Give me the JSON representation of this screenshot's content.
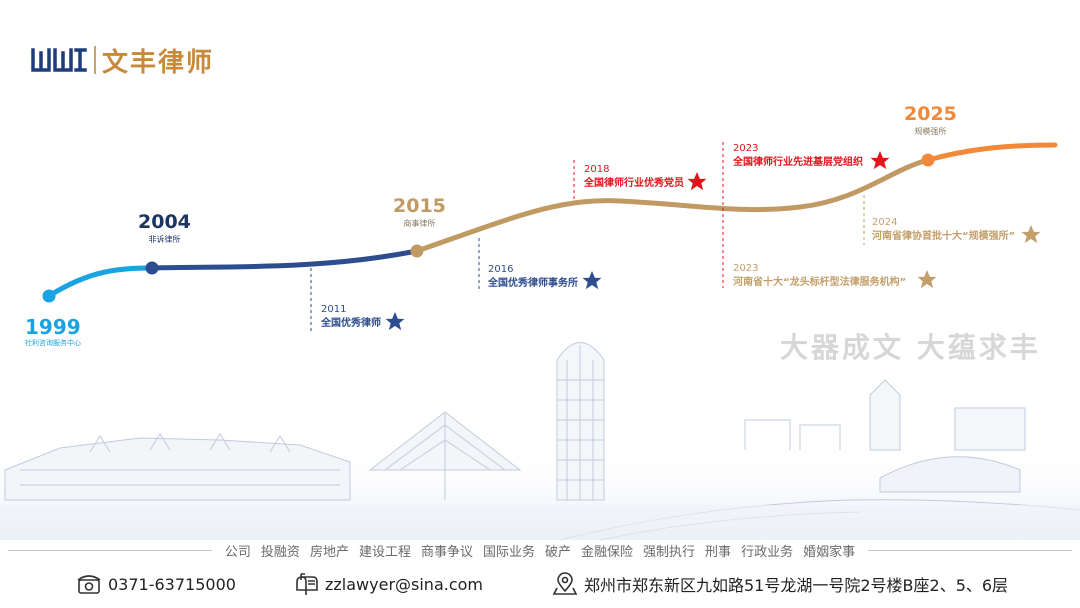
{
  "header": {
    "logo_text": "文丰律师",
    "logo_mark_icon": "wenfeng-logo-mark"
  },
  "timeline": {
    "colors": {
      "early": "#1aa3e0",
      "navy": "#2e4d8f",
      "gold": "#c09a62",
      "orange": "#f08a3a",
      "red": "#e0141b",
      "blue_star": "#2e4d8f",
      "tan_star": "#c39f6a"
    },
    "nodes": [
      {
        "year": "1999",
        "sub": "社利咨询服务中心",
        "color": "#1aa3e0"
      },
      {
        "year": "2004",
        "sub": "非诉律所",
        "color": "#1c3562"
      },
      {
        "year": "2015",
        "sub": "商事律所",
        "color": "#c09a62"
      },
      {
        "year": "2025",
        "sub": "规模强所",
        "color": "#f08a3a"
      }
    ],
    "milestones": [
      {
        "year": "2011",
        "title": "全国优秀律师",
        "color": "#2e4d8f",
        "star": "blue"
      },
      {
        "year": "2016",
        "title": "全国优秀律师事务所",
        "color": "#2e4d8f",
        "star": "blue"
      },
      {
        "year": "2018",
        "title": "全国律师行业优秀党员",
        "color": "#e0141b",
        "star": "red"
      },
      {
        "year": "2023",
        "title": "全国律师行业先进基层党组织",
        "color": "#e0141b",
        "star": "red"
      },
      {
        "year": "2023",
        "title": "河南省十大“龙头标杆型法律服务机构”",
        "color": "#c39f6a",
        "star": "tan"
      },
      {
        "year": "2024",
        "title": "河南省律协首批十大“规模强所”",
        "color": "#c39f6a",
        "star": "tan"
      }
    ]
  },
  "slogan": "大器成文  大蕴求丰",
  "practice_areas": [
    "公司",
    "投融资",
    "房地产",
    "建设工程",
    "商事争议",
    "国际业务",
    "破产",
    "金融保险",
    "强制执行",
    "刑事",
    "行政业务",
    "婚姻家事"
  ],
  "contact": {
    "phone": "0371-63715000",
    "email": "zzlawyer@sina.com",
    "address": "郑州市郑东新区九如路51号龙湖一号院2号楼B座2、5、6层"
  }
}
